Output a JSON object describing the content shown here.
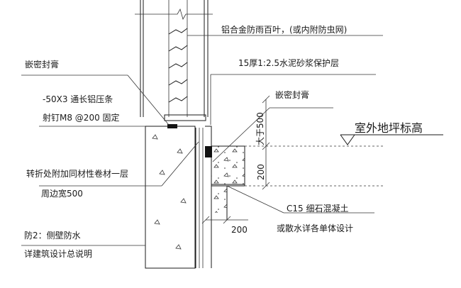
{
  "labels": {
    "louver": "铝合金防雨百叶，(或内附防虫网)",
    "mortar": "15厚1:2.5水泥砂浆保护层",
    "sealant_left": "嵌密封膏",
    "sealant_right": "嵌密封膏",
    "aluminum_strip": "-50X3 通长铝压条",
    "nail": "射钉M8 @200 固定",
    "membrane": "转折处附加同材性卷材一层",
    "membrane_width": "周边宽500",
    "outdoor_level": "室外地坪标高",
    "concrete": "C15 细石混凝土",
    "concrete_note": "或散水详各单体设计",
    "waterproof": "防2：侧壁防水",
    "waterproof_note": "详建筑设计总说明"
  },
  "dimensions": {
    "height_above": "大于500",
    "slab_thickness": "200",
    "bottom_width": "200"
  }
}
